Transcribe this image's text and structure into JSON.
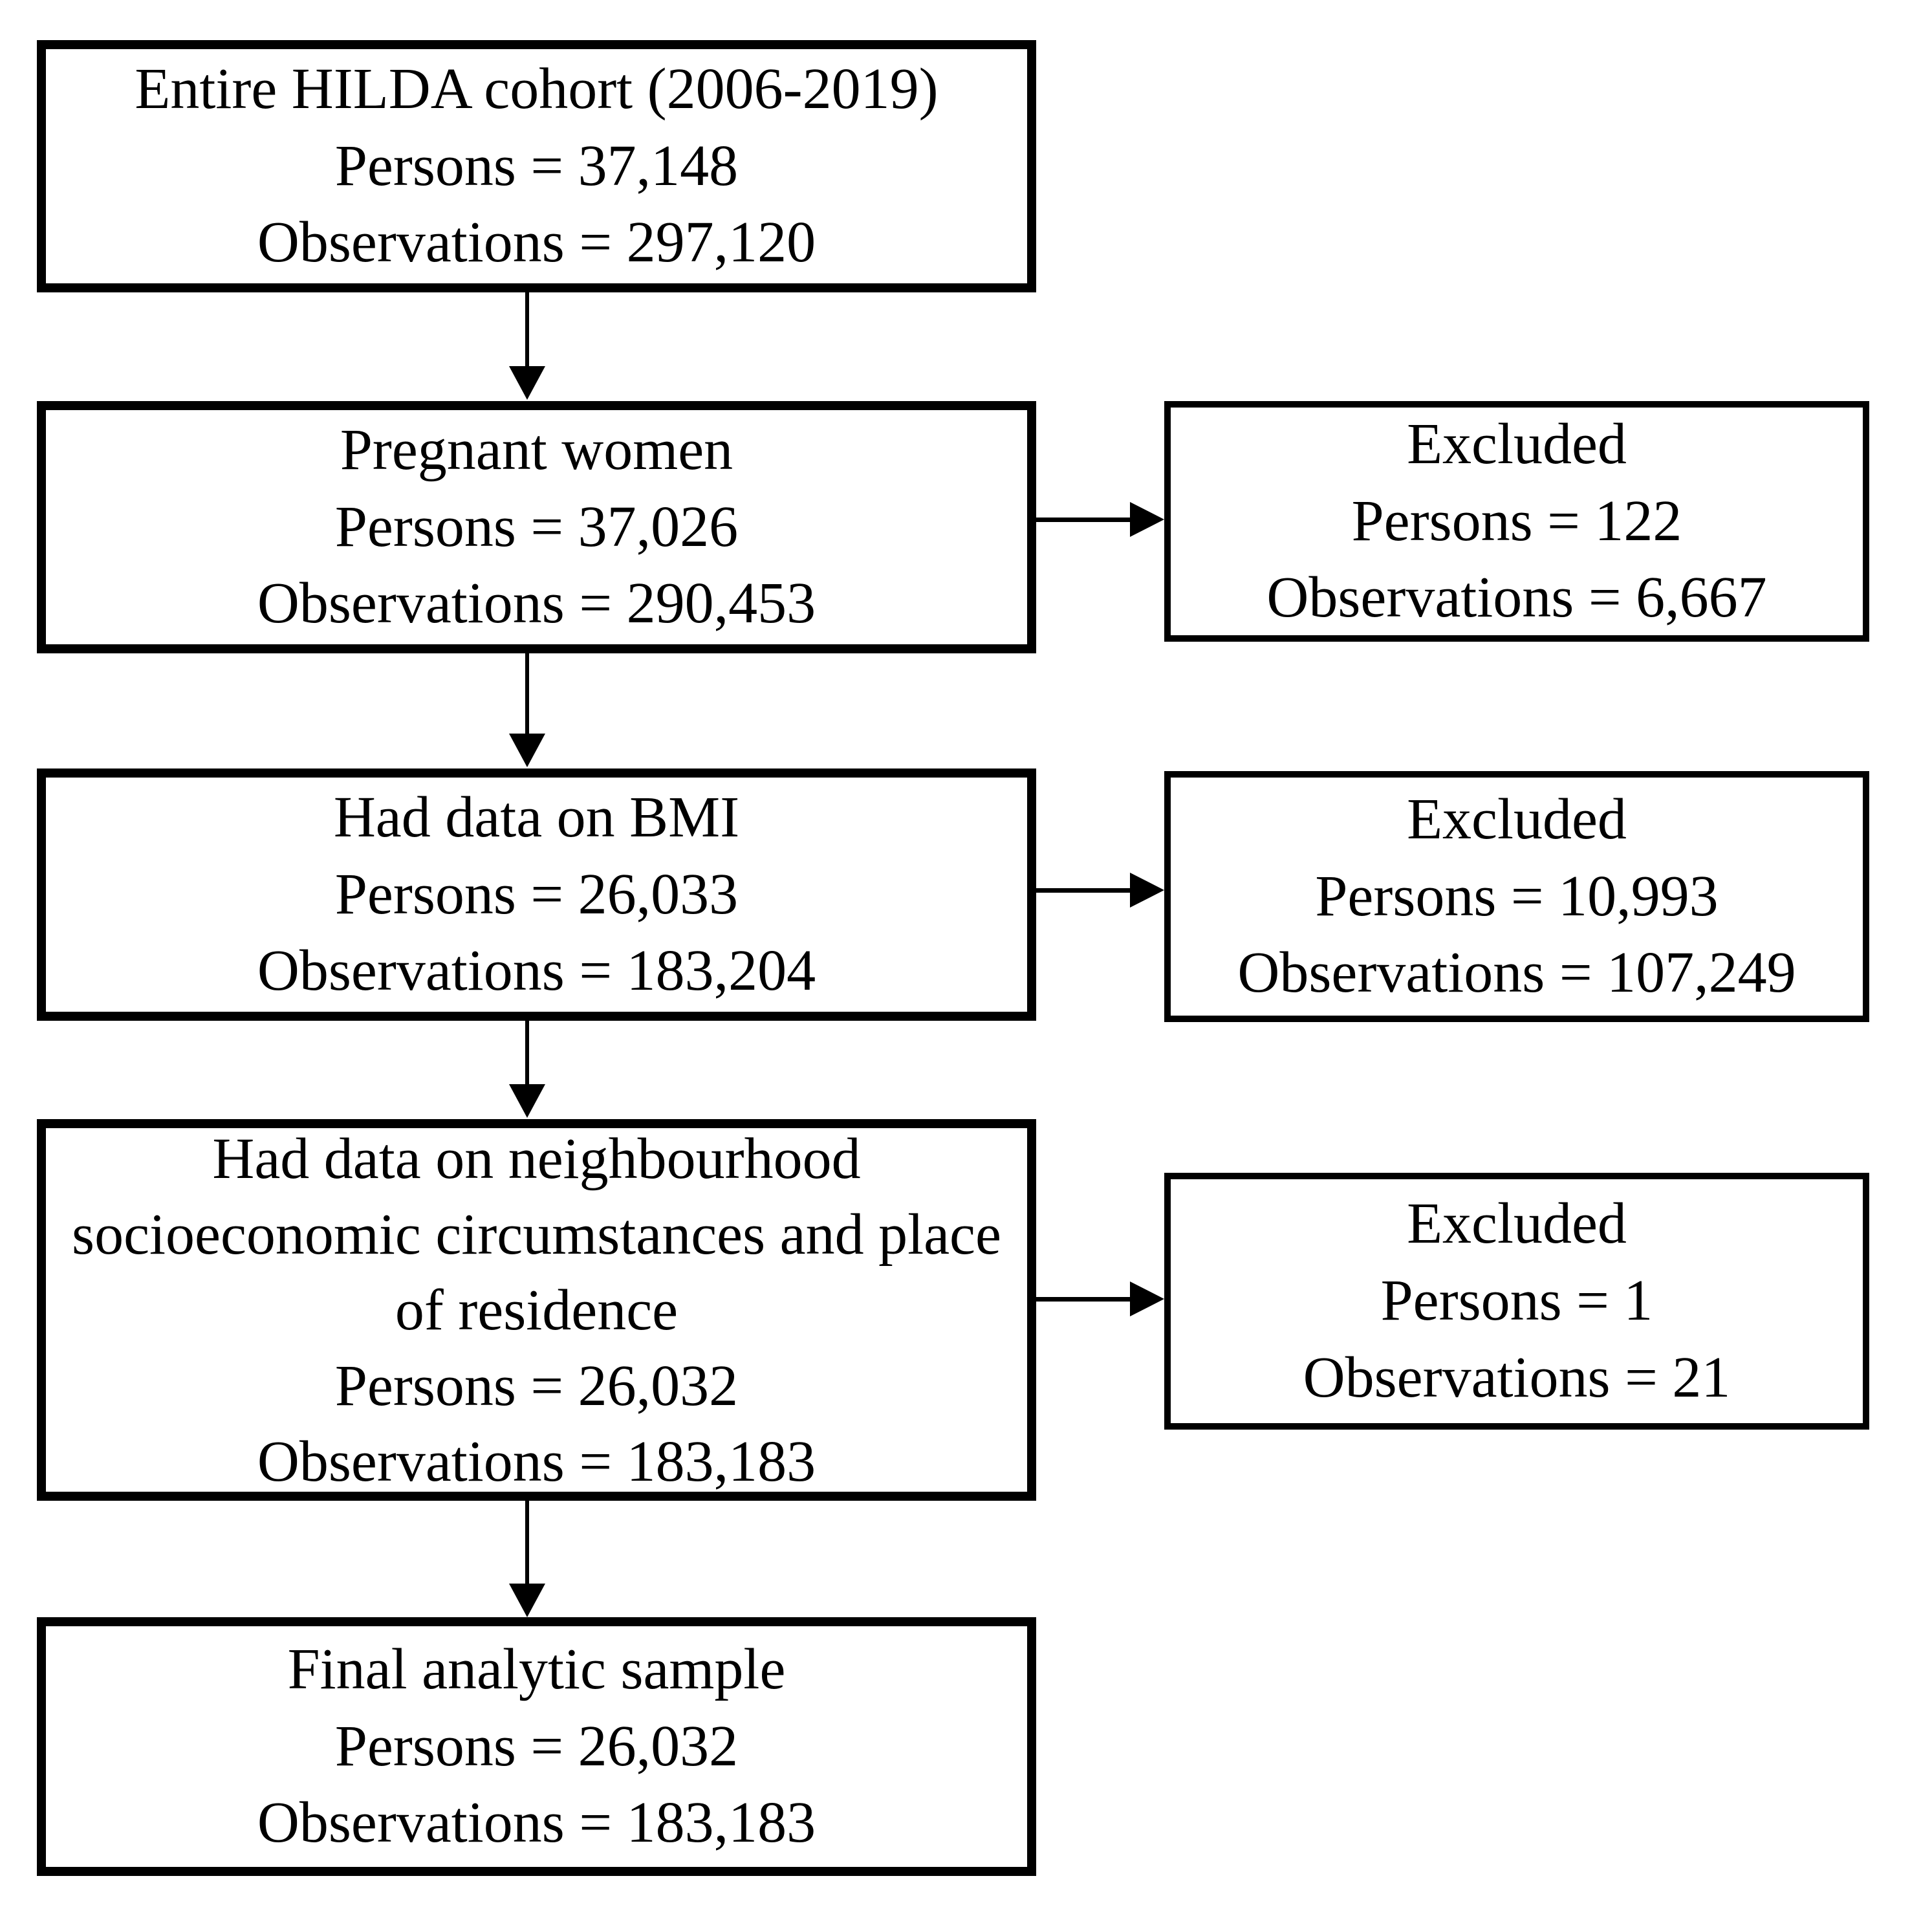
{
  "flowchart": {
    "main_boxes": [
      {
        "title": "Entire HILDA cohort (2006-2019)",
        "persons": "Persons = 37,148",
        "observations": "Observations = 297,120"
      },
      {
        "title": "Pregnant women",
        "persons": "Persons = 37,026",
        "observations": "Observations = 290,453"
      },
      {
        "title": "Had data on BMI",
        "persons": "Persons = 26,033",
        "observations": "Observations = 183,204"
      },
      {
        "title": "Had data on neighbourhood socioeconomic circumstances and place of residence",
        "persons": "Persons = 26,032",
        "observations": "Observations = 183,183"
      },
      {
        "title": "Final analytic sample",
        "persons": "Persons = 26,032",
        "observations": "Observations = 183,183"
      }
    ],
    "excluded_boxes": [
      {
        "title": "Excluded",
        "persons": "Persons = 122",
        "observations": "Observations = 6,667"
      },
      {
        "title": "Excluded",
        "persons": "Persons = 10,993",
        "observations": "Observations = 107,249"
      },
      {
        "title": "Excluded",
        "persons": "Persons = 1",
        "observations": "Observations = 21"
      }
    ],
    "colors": {
      "border": "#000000",
      "text": "#000000",
      "background": "#ffffff"
    }
  }
}
